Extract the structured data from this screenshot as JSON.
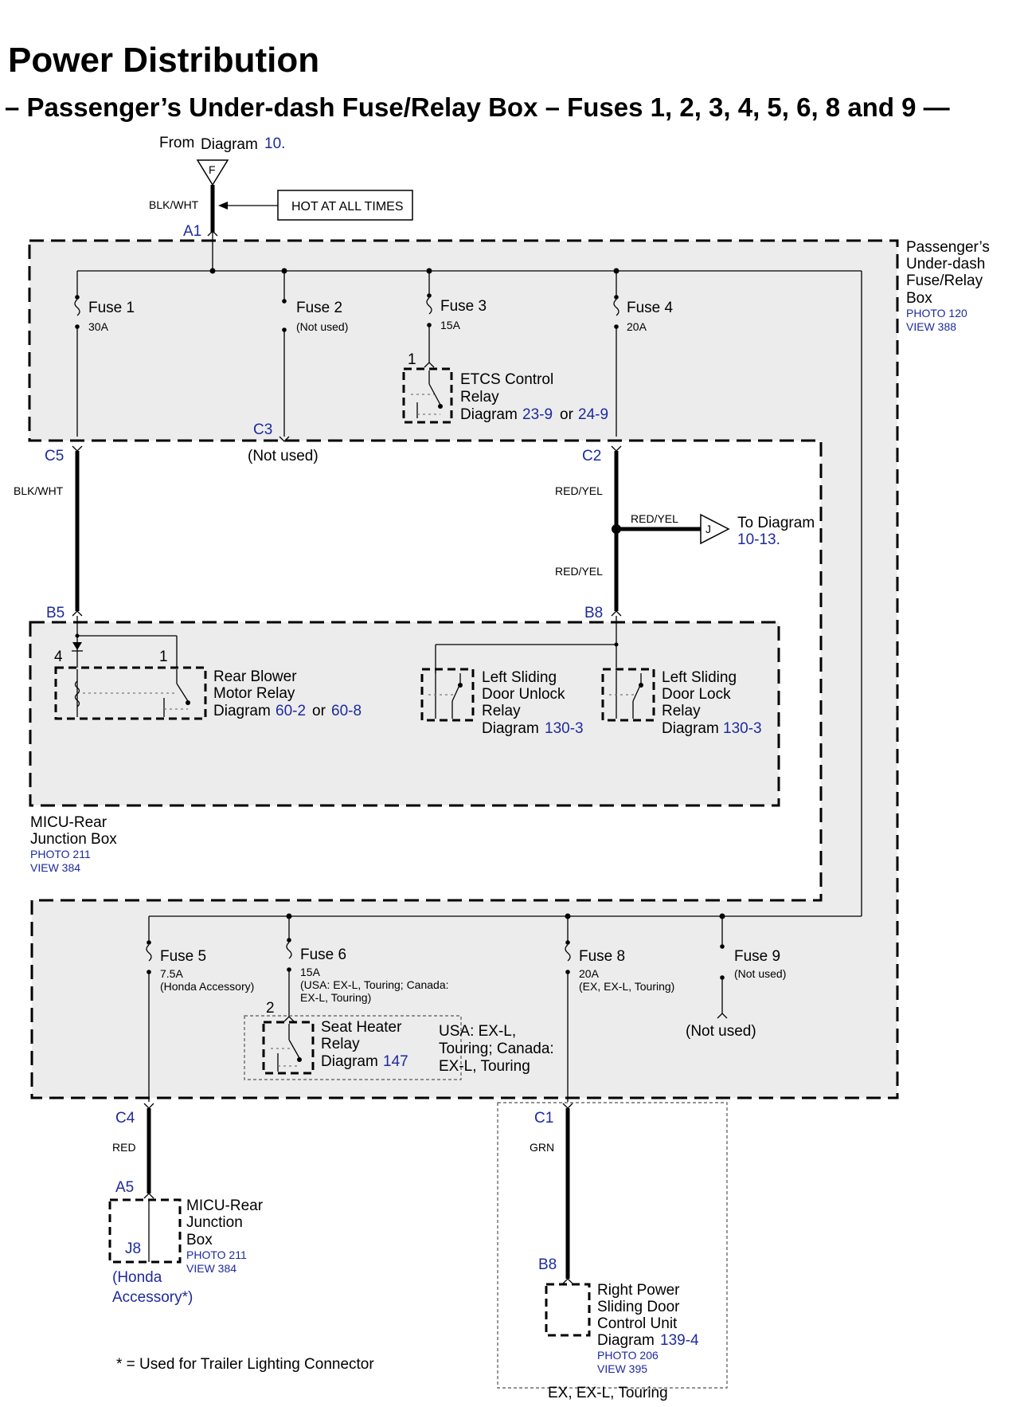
{
  "title": "Power Distribution",
  "subtitle": "– Passenger’s Under-dash Fuse/Relay Box – Fuses 1, 2, 3, 4, 5, 6, 8 and 9 —",
  "source": {
    "from": "From",
    "diagram_word": "Diagram",
    "diagram_ref": "10.",
    "terminal": "F"
  },
  "hot_label": "HOT AT ALL TIMES",
  "wires": {
    "in": "BLK/WHT",
    "c5_b5": "BLK/WHT",
    "c2_upper": "RED/YEL",
    "c2_branch": "RED/YEL",
    "c2_lower": "RED/YEL",
    "c4_a5": "RED",
    "c1_b8": "GRN"
  },
  "connectors": {
    "a1": "A1",
    "c5": "C5",
    "c3": "C3",
    "c2": "C2",
    "b5": "B5",
    "b8": "B8",
    "c4": "C4",
    "c1": "C1",
    "a5": "A5",
    "j8": "J8",
    "b8_lower": "B8"
  },
  "not_used": "(Not used)",
  "fuse_box": {
    "name_lines": [
      "Passenger’s",
      "Under-dash",
      "Fuse/Relay",
      "Box"
    ],
    "photo": "PHOTO 120",
    "view": "VIEW 388"
  },
  "fuses": {
    "f1": {
      "name": "Fuse 1",
      "rating": "30A"
    },
    "f2": {
      "name": "Fuse 2",
      "rating": "(Not used)"
    },
    "f3": {
      "name": "Fuse 3",
      "rating": "15A"
    },
    "f4": {
      "name": "Fuse 4",
      "rating": "20A"
    },
    "f5": {
      "name": "Fuse 5",
      "rating": "7.5A",
      "note": "(Honda Accessory)"
    },
    "f6": {
      "name": "Fuse 6",
      "rating": "15A",
      "note1": "(USA: EX-L, Touring; Canada:",
      "note2": "EX-L, Touring)"
    },
    "f8": {
      "name": "Fuse 8",
      "rating": "20A",
      "note": "(EX, EX-L, Touring)"
    },
    "f9": {
      "name": "Fuse 9",
      "rating": "(Not used)"
    }
  },
  "etcs": {
    "pin": "1",
    "line1": "ETCS Control",
    "line2": "Relay",
    "diagram_word": "Diagram",
    "ref1": "23-9",
    "or": "or",
    "ref2": "24-9"
  },
  "branch_j": {
    "terminal": "J",
    "to": "To Diagram",
    "ref": "10-13."
  },
  "micu": {
    "name1": "MICU-Rear",
    "name2": "Junction Box",
    "photo": "PHOTO 211",
    "view": "VIEW 384",
    "rear_blower": {
      "pin4": "4",
      "pin1": "1",
      "line1": "Rear Blower",
      "line2": "Motor Relay",
      "diagram_word": "Diagram",
      "ref1": "60-2",
      "or": "or",
      "ref2": "60-8"
    },
    "unlock": {
      "line1": "Left Sliding",
      "line2": "Door Unlock",
      "line3": "Relay",
      "diagram_word": "Diagram",
      "ref": "130-3"
    },
    "lock": {
      "line1": "Left Sliding",
      "line2": "Door Lock",
      "line3": "Relay",
      "diagram_word": "Diagram",
      "ref": "130-3"
    }
  },
  "seat_heater": {
    "pin": "2",
    "line1": "Seat Heater",
    "line2": "Relay",
    "diagram_word": "Diagram",
    "ref": "147",
    "cond1": "USA: EX-L,",
    "cond2": "Touring; Canada:",
    "cond3": "EX-L, Touring"
  },
  "micu_lower": {
    "line1": "MICU-Rear",
    "line2": "Junction",
    "line3": "Box",
    "photo": "PHOTO 211",
    "view": "VIEW 384",
    "acc1": "(Honda",
    "acc2": "Accessory*)"
  },
  "door_unit": {
    "line1": "Right Power",
    "line2": "Sliding Door",
    "line3": "Control Unit",
    "diagram_word": "Diagram",
    "ref": "139-4",
    "photo": "PHOTO 206",
    "view": "VIEW 395",
    "condition": "EX, EX-L, Touring"
  },
  "footnote": "* = Used for Trailer Lighting Connector"
}
